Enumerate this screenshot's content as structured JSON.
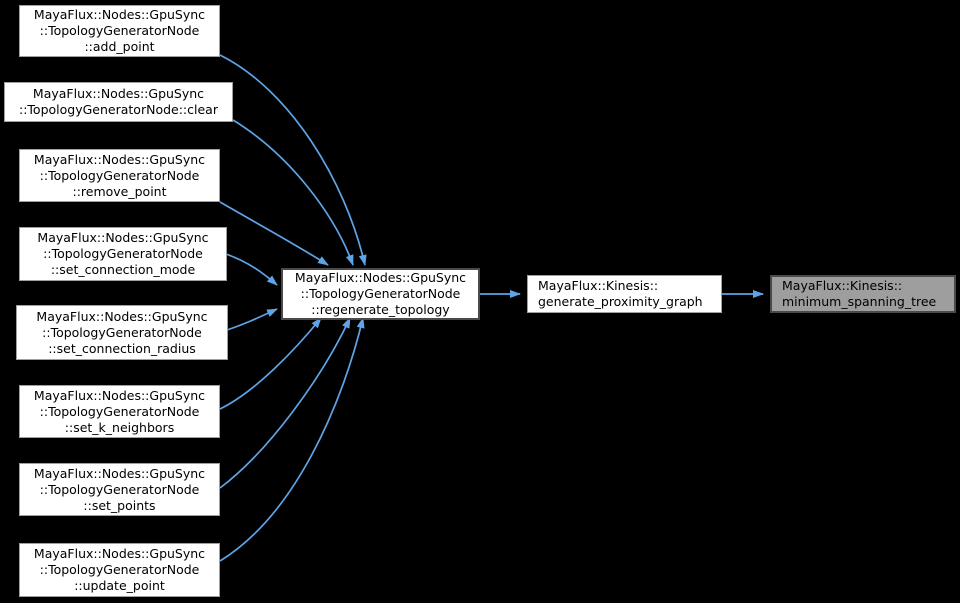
{
  "colors": {
    "bg": "#000000",
    "edge": "#5ea4e8",
    "node-fill": "#ffffff",
    "node-border": "#9f9f9f",
    "emph-border": "#4a4a4a",
    "highlight-fill": "#9e9e9e",
    "text": "#000000"
  },
  "nodes": [
    {
      "id": "add_point",
      "lines": [
        "MayaFlux::Nodes::GpuSync",
        "::TopologyGeneratorNode",
        "::add_point"
      ]
    },
    {
      "id": "clear",
      "lines": [
        "MayaFlux::Nodes::GpuSync",
        "::TopologyGeneratorNode::clear"
      ]
    },
    {
      "id": "remove_point",
      "lines": [
        "MayaFlux::Nodes::GpuSync",
        "::TopologyGeneratorNode",
        "::remove_point"
      ]
    },
    {
      "id": "set_connection_mode",
      "lines": [
        "MayaFlux::Nodes::GpuSync",
        "::TopologyGeneratorNode",
        "::set_connection_mode"
      ]
    },
    {
      "id": "set_connection_radius",
      "lines": [
        "MayaFlux::Nodes::GpuSync",
        "::TopologyGeneratorNode",
        "::set_connection_radius"
      ]
    },
    {
      "id": "set_k_neighbors",
      "lines": [
        "MayaFlux::Nodes::GpuSync",
        "::TopologyGeneratorNode",
        "::set_k_neighbors"
      ]
    },
    {
      "id": "set_points",
      "lines": [
        "MayaFlux::Nodes::GpuSync",
        "::TopologyGeneratorNode",
        "::set_points"
      ]
    },
    {
      "id": "update_point",
      "lines": [
        "MayaFlux::Nodes::GpuSync",
        "::TopologyGeneratorNode",
        "::update_point"
      ]
    },
    {
      "id": "regenerate_topology",
      "lines": [
        "MayaFlux::Nodes::GpuSync",
        "::TopologyGeneratorNode",
        "::regenerate_topology"
      ]
    },
    {
      "id": "generate_proximity_graph",
      "lines": [
        "MayaFlux::Kinesis::",
        "generate_proximity_graph"
      ]
    },
    {
      "id": "minimum_spanning_tree",
      "lines": [
        "MayaFlux::Kinesis::",
        "minimum_spanning_tree"
      ]
    }
  ],
  "edges": [
    {
      "from": "add_point",
      "to": "regenerate_topology"
    },
    {
      "from": "clear",
      "to": "regenerate_topology"
    },
    {
      "from": "remove_point",
      "to": "regenerate_topology"
    },
    {
      "from": "set_connection_mode",
      "to": "regenerate_topology"
    },
    {
      "from": "set_connection_radius",
      "to": "regenerate_topology"
    },
    {
      "from": "set_k_neighbors",
      "to": "regenerate_topology"
    },
    {
      "from": "set_points",
      "to": "regenerate_topology"
    },
    {
      "from": "update_point",
      "to": "regenerate_topology"
    },
    {
      "from": "regenerate_topology",
      "to": "generate_proximity_graph"
    },
    {
      "from": "generate_proximity_graph",
      "to": "minimum_spanning_tree"
    }
  ]
}
